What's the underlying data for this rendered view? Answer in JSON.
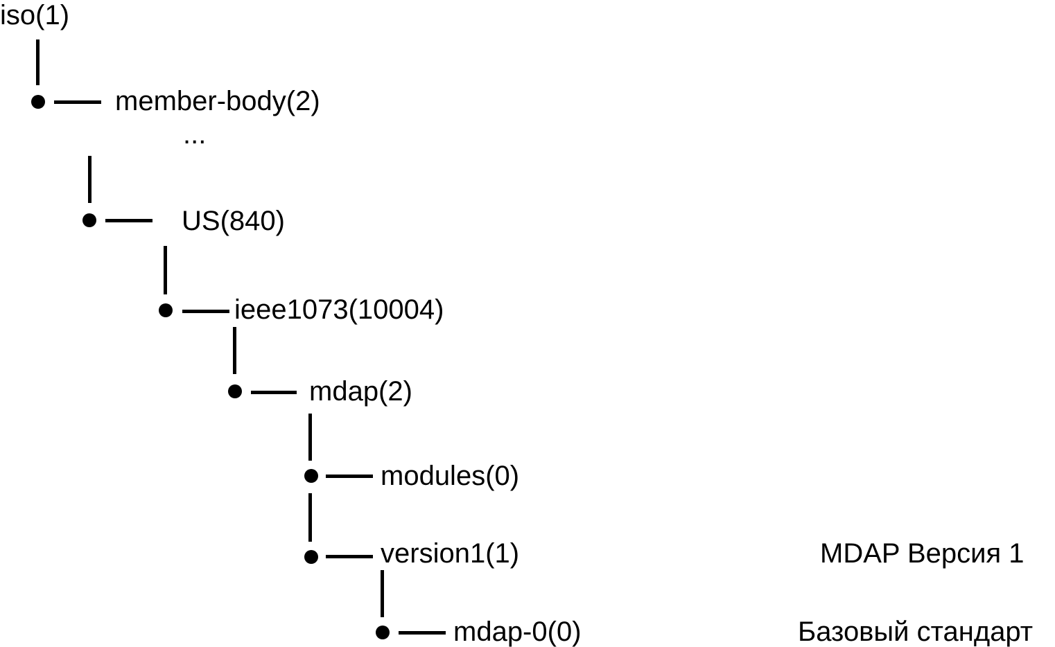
{
  "nodes": {
    "iso": "iso(1)",
    "member_body": "member-body(2)",
    "ellipsis": "...",
    "us": "US(840)",
    "ieee1073": "ieee1073(10004)",
    "mdap": "mdap(2)",
    "modules": "modules(0)",
    "version1": "version1(1)",
    "mdap0": "mdap-0(0)"
  },
  "annotations": {
    "version_note": "MDAP Версия 1",
    "base_standard": "Базовый стандарт"
  }
}
